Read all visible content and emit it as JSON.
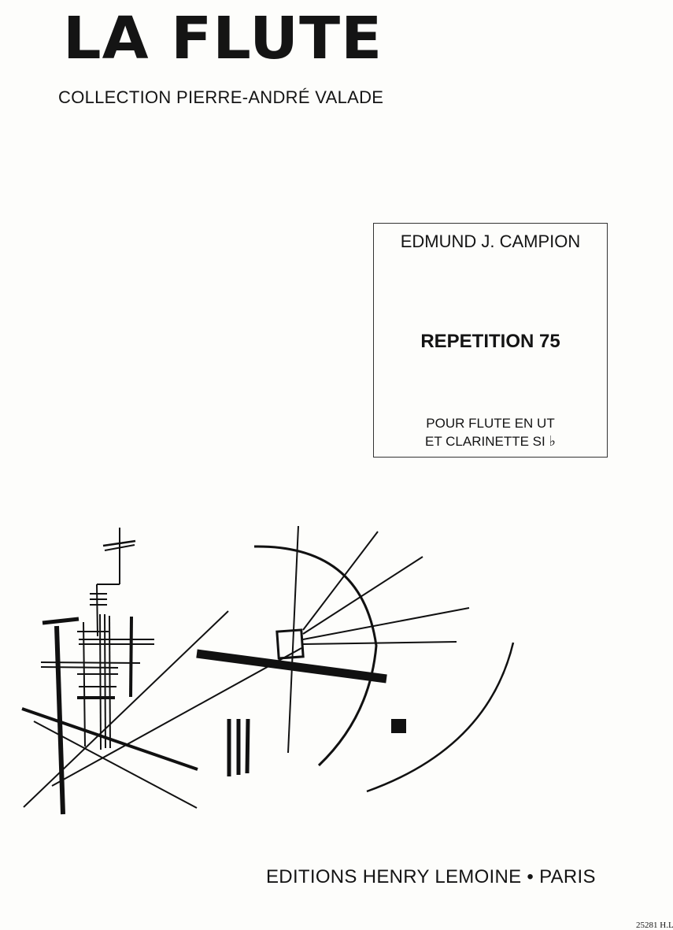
{
  "header": {
    "series_title": "LA FLUTE",
    "collection": "COLLECTION PIERRE-ANDRÉ VALADE"
  },
  "info_box": {
    "composer": "EDMUND J. CAMPION",
    "title": "REPETITION 75",
    "instrumentation_line1": "POUR FLUTE EN UT",
    "instrumentation_line2": "ET CLARINETTE SI",
    "flat_symbol": "♭"
  },
  "artwork": {
    "description_icon": "abstract-geometric-line-drawing"
  },
  "footer": {
    "publisher": "EDITIONS HENRY LEMOINE • PARIS",
    "plate_number": "25281 H.L."
  }
}
